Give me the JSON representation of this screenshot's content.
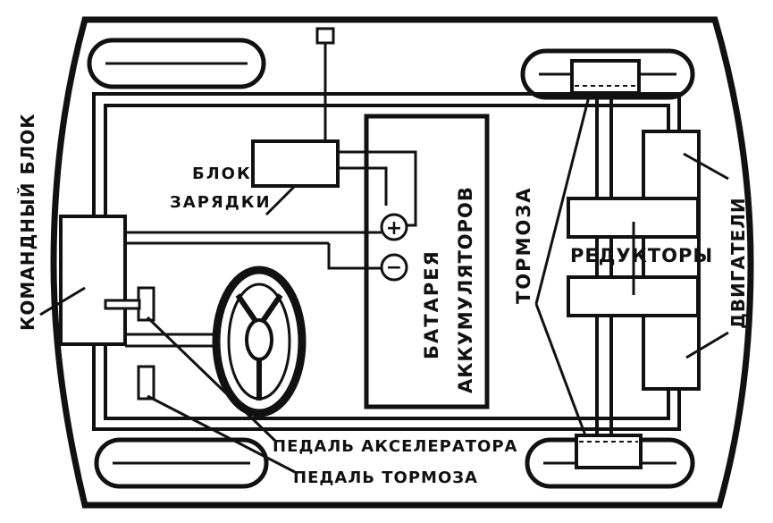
{
  "labels": {
    "charging_unit_line1": "БЛОК",
    "charging_unit_line2": "ЗАРЯДКИ",
    "command_unit": "КОМАНДНЫЙ БЛОК",
    "battery_line1": "БАТАРЕЯ",
    "battery_line2": "АККУМУЛЯТОРОВ",
    "brakes": "ТОРМОЗА",
    "reducers": "РЕДУКТОРЫ",
    "motors": "ДВИГАТЕЛИ",
    "accelerator_pedal": "ПЕДАЛЬ АКСЕЛЕРАТОРА",
    "brake_pedal": "ПЕДАЛЬ ТОРМОЗА",
    "terminal_plus": "+",
    "terminal_minus": "−"
  },
  "colors": {
    "ink": "#111111",
    "paper": "#ffffff"
  }
}
